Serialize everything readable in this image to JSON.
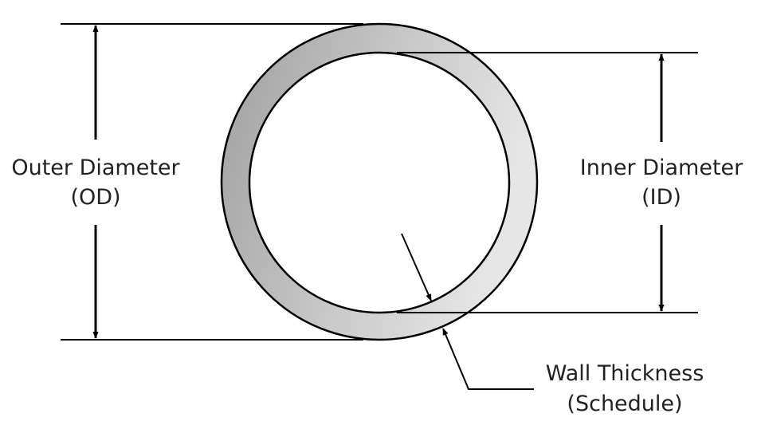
{
  "diagram": {
    "outer_diameter": {
      "line1": "Outer Diameter",
      "line2": "(OD)"
    },
    "inner_diameter": {
      "line1": "Inner Diameter",
      "line2": "(ID)"
    },
    "wall_thickness": {
      "line1": "Wall Thickness",
      "line2": "(Schedule)"
    }
  },
  "colors": {
    "ring_light": "#e4e4e4",
    "ring_dark": "#a8a8a8",
    "stroke": "#000000"
  }
}
